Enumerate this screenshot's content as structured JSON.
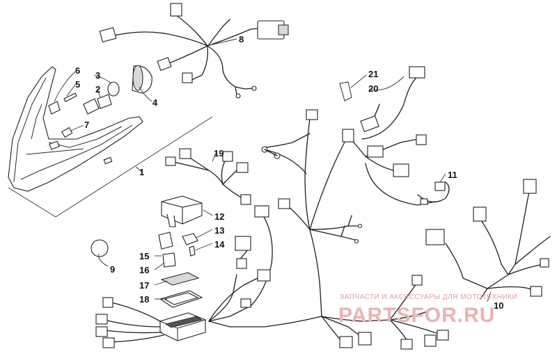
{
  "callouts": [
    {
      "id": "c1",
      "label": "1"
    },
    {
      "id": "c2",
      "label": "2"
    },
    {
      "id": "c3",
      "label": "3"
    },
    {
      "id": "c4",
      "label": "4"
    },
    {
      "id": "c5",
      "label": "5"
    },
    {
      "id": "c6",
      "label": "6"
    },
    {
      "id": "c7",
      "label": "7"
    },
    {
      "id": "c8",
      "label": "8"
    },
    {
      "id": "c9",
      "label": "9"
    },
    {
      "id": "c10",
      "label": "10"
    },
    {
      "id": "c11",
      "label": "11"
    },
    {
      "id": "c12",
      "label": "12"
    },
    {
      "id": "c13",
      "label": "13"
    },
    {
      "id": "c14",
      "label": "14"
    },
    {
      "id": "c15",
      "label": "15"
    },
    {
      "id": "c16",
      "label": "16"
    },
    {
      "id": "c17",
      "label": "17"
    },
    {
      "id": "c18",
      "label": "18"
    },
    {
      "id": "c19",
      "label": "19"
    },
    {
      "id": "c20",
      "label": "20"
    },
    {
      "id": "c21",
      "label": "21"
    }
  ],
  "watermark": {
    "tagline": "ЗАПЧАСТИ И АКСЕССУАРЫ ДЛЯ МОТОТЕХНИКИ",
    "brand": "PARTSFOR.RU"
  },
  "colors": {
    "line": "#1e1e1e",
    "watermark": "#e8b4b4"
  }
}
